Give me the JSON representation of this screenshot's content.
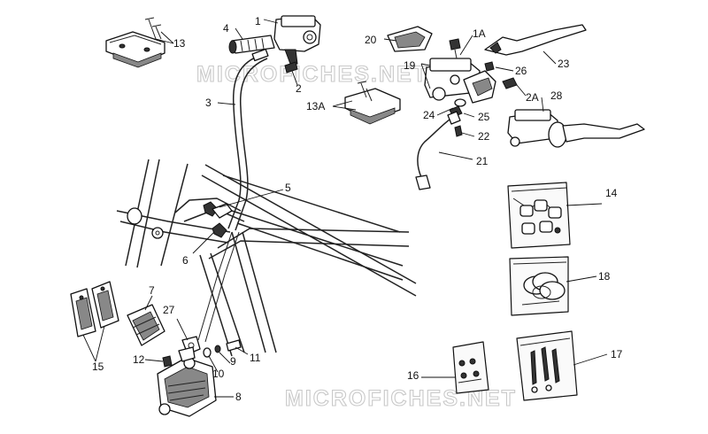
{
  "watermarks": [
    "MICROFICHES.NET",
    "MICROFICHES.NET"
  ],
  "callouts": [
    "1",
    "1A",
    "2",
    "2A",
    "3",
    "4",
    "5",
    "6",
    "7",
    "8",
    "9",
    "10",
    "11",
    "12",
    "13",
    "13A",
    "14",
    "15",
    "16",
    "17",
    "18",
    "19",
    "20",
    "21",
    "22",
    "23",
    "24",
    "25",
    "26",
    "27",
    "28"
  ]
}
